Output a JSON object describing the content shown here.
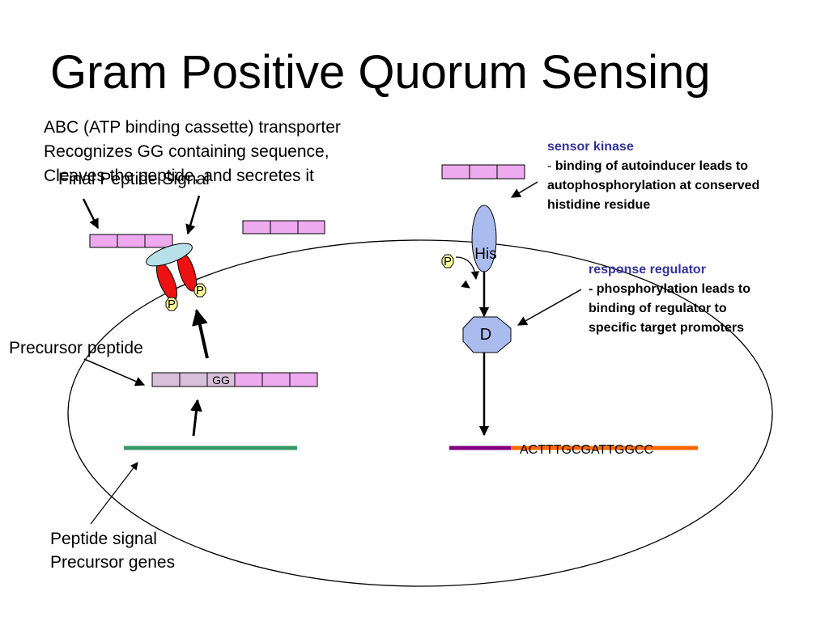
{
  "title": "Gram Positive Quorum Sensing",
  "abc_transporter_text": [
    "ABC (ATP binding cassette) transporter",
    "Recognizes GG containing sequence,",
    "Cleaves the peptide, and secretes it"
  ],
  "final_peptide_label": "Final Peptide Signal",
  "precursor_peptide_label": "Precursor peptide",
  "gg_label": "GG",
  "peptide_genes_text": [
    "Peptide signal",
    "Precursor genes"
  ],
  "phosphate_label": "P",
  "his_label": "His",
  "d_label": "D",
  "sensor_kinase": {
    "heading": "sensor kinase",
    "dash": "- ",
    "lines": [
      "binding of autoinducer leads to",
      "autophosphorylation at conserved",
      "histidine residue"
    ]
  },
  "response_regulator": {
    "heading": "response regulator",
    "lines": [
      "- phosphorylation leads to",
      "binding of regulator to",
      "specific target promoters"
    ]
  },
  "promoter_sequence": "ACTTTGCGATTGGCC",
  "colors": {
    "peptide_pink": "#EEAAEE",
    "precursor_grey": "#D8C0D8",
    "transporter_red": "#EE1111",
    "transporter_cap": "#B8E0E8",
    "kinase_blue": "#AABBEE",
    "phosphate_yellow": "#FFFF99",
    "gene_green": "#339966",
    "promoter_purple": "#800080",
    "promoter_orange": "#FF6600",
    "heading_blue": "#333399"
  }
}
